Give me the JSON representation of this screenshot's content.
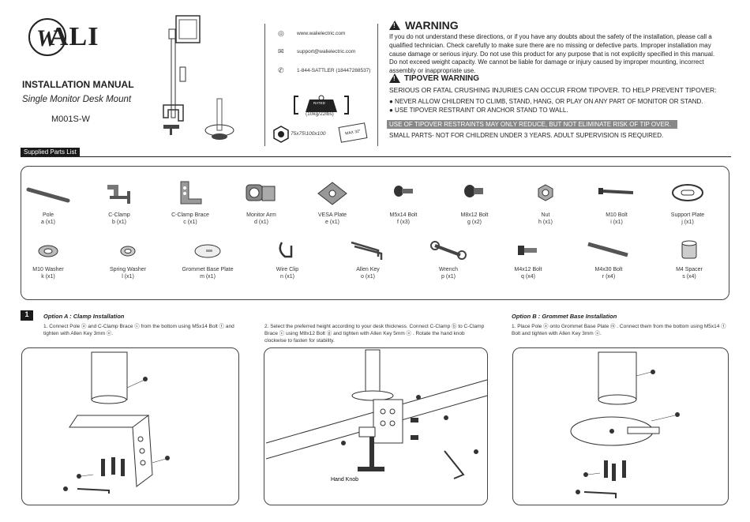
{
  "brand": {
    "logo_text": "ALI",
    "logo_initial": "W"
  },
  "header": {
    "title": "INSTALLATION MANUAL",
    "subtitle": "Single Monitor Desk Mount",
    "model": "M001S-W"
  },
  "contact": {
    "website": "www.walielectric.com",
    "email": "support@walielectric.com",
    "phone": "1-844-SATTLER (18447288537)"
  },
  "specs": {
    "rated_label": "RATED",
    "rated_value": "(10kg/22lbs)",
    "vesa": "75x75\\100x100",
    "size": "MAX 32\""
  },
  "warning": {
    "heading": "WARNING",
    "body": "If you do not understand these directions, or if you have any doubts about the safety of the installation, please call a qualified technician. Check carefully to make sure there are no missing or defective parts. Improper installation may cause damage or serious injury. Do not use this product for any purpose that is not explicitly specified in this manual. Do not exceed weight capacity. We cannot be liable for damage or injury caused by improper mounting, incorrect assembly or inappropriate use.",
    "tipover_heading": "TIPOVER WARNING",
    "tipover_line": "SERIOUS OR FATAL CRUSHING INJURIES CAN OCCUR FROM TIPOVER. TO HELP PREVENT TIPOVER:",
    "bullets": [
      "● NEVER ALLOW CHILDREN TO CLIMB, STAND, HANG, OR PLAY ON ANY PART OF MONITOR OR STAND.",
      "● USE TIPOVER RESTRAINT OR ANCHOR STAND TO WALL."
    ],
    "restraint_note": "USE OF TIPOVER RESTRAINTS MAY ONLY REDUCE, BUT NOT ELIMINATE RISK OF TIP OVER.",
    "small_parts": "SMALL PARTS- NOT FOR CHILDREN UNDER 3 YEARS. ADULT SUPERVISION IS REQUIRED."
  },
  "parts_label": "Supplied Parts List",
  "parts": [
    {
      "name": "Pole",
      "qty": "a (x1)"
    },
    {
      "name": "C-Clamp",
      "qty": "b (x1)"
    },
    {
      "name": "C-Clamp Brace",
      "qty": "c (x1)"
    },
    {
      "name": "Monitor Arm",
      "qty": "d (x1)"
    },
    {
      "name": "VESA Plate",
      "qty": "e (x1)"
    },
    {
      "name": "M5x14 Bolt",
      "qty": "f (x3)"
    },
    {
      "name": "M8x12 Bolt",
      "qty": "g (x2)"
    },
    {
      "name": "Nut",
      "qty": "h (x1)"
    },
    {
      "name": "M10 Bolt",
      "qty": "i (x1)"
    },
    {
      "name": "Support Plate",
      "qty": "j (x1)"
    },
    {
      "name": "M10 Washer",
      "qty": "k (x1)"
    },
    {
      "name": "Spring Washer",
      "qty": "l (x1)"
    },
    {
      "name": "Grommet Base Plate",
      "qty": "m (x1)"
    },
    {
      "name": "Wire Clip",
      "qty": "n (x1)"
    },
    {
      "name": "Allen Key",
      "qty": "o (x1)"
    },
    {
      "name": "Wrench",
      "qty": "p (x1)"
    },
    {
      "name": "M4x12 Bolt",
      "qty": "q (x4)"
    },
    {
      "name": "M4x30 Bolt",
      "qty": "r (x4)"
    },
    {
      "name": "M4 Spacer",
      "qty": "s (x4)"
    }
  ],
  "step1": {
    "number": "1",
    "option_a": "Option A : Clamp Installation",
    "a1_text": "1. Connect Pole ⓐ and C-Clamp Brace ⓒ from the bottom using M5x14 Bolt ⓕ and tighten with Allen Key 3mm ⓞ.",
    "a2_text": "2. Select the preferred height according to your desk thickness. Connect C-Clamp ⓑ to C-Clamp Brace ⓒ using M8x12 Bolt ⓖ and tighten with Allen Key 5mm ⓞ . Rotate the hand knob clockwise to fasten for stability.",
    "option_b": "Option B : Grommet Base Installation",
    "b1_text": "1. Place Pole ⓐ onto Grommet Base Plate ⓜ . Connect them from the bottom using M5x14 ⓕ Bolt and tighten with Allen Key 3mm ⓞ.",
    "hand_knob": "Hand Knob"
  }
}
